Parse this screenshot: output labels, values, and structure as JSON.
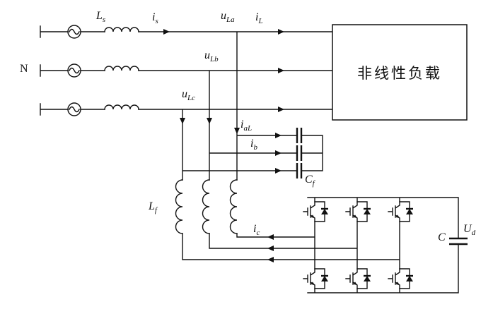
{
  "figure": {
    "load_label": "非线性负载"
  },
  "labels": {
    "neutral": {
      "main": "N",
      "sub": ""
    },
    "source_inductance": {
      "main": "L",
      "sub": "s"
    },
    "source_current": {
      "main": "i",
      "sub": "s"
    },
    "voltage_a": {
      "main": "u",
      "sub": "La"
    },
    "load_current": {
      "main": "i",
      "sub": "L"
    },
    "voltage_b": {
      "main": "u",
      "sub": "Lb"
    },
    "voltage_c": {
      "main": "u",
      "sub": "Lc"
    },
    "current_aL": {
      "main": "i",
      "sub": "aL"
    },
    "current_b": {
      "main": "i",
      "sub": "b"
    },
    "filter_cap": {
      "main": "C",
      "sub": "f"
    },
    "filter_inductance": {
      "main": "L",
      "sub": "f"
    },
    "comp_current": {
      "main": "i",
      "sub": "c"
    },
    "dc_cap": {
      "main": "C",
      "sub": ""
    },
    "dc_voltage": {
      "main": "U",
      "sub": "d"
    }
  }
}
